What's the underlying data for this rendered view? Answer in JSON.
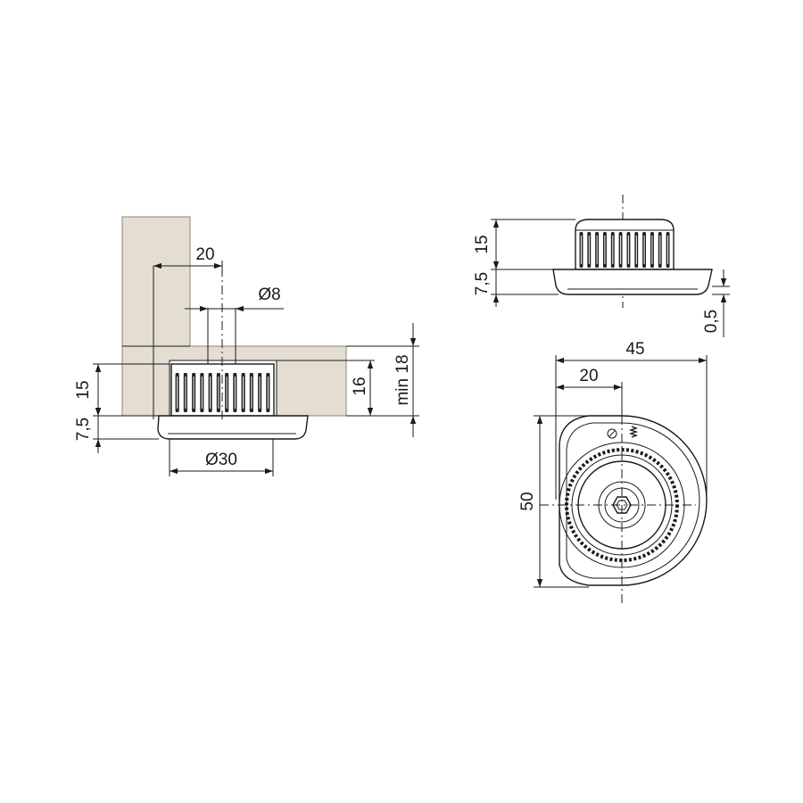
{
  "dims": {
    "left_offset": "20",
    "shaft_dia": "Ø8",
    "left_height": "15",
    "left_base": "7,5",
    "bore_depth": "16",
    "panel_min": "min 18",
    "base_dia": "Ø30",
    "right_height": "15",
    "right_base": "7,5",
    "right_gap": "0,5",
    "top_width": "45",
    "top_offset": "20",
    "top_height": "50"
  }
}
